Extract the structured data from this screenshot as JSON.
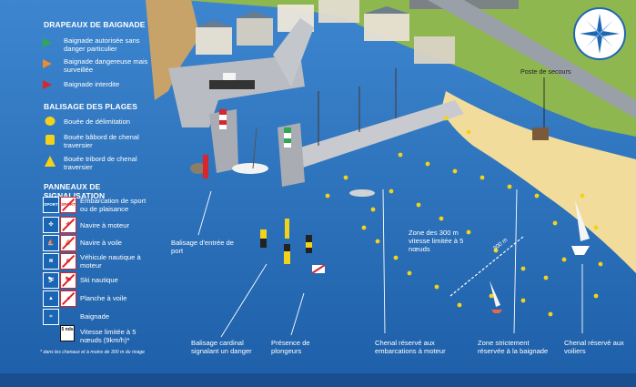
{
  "legend": {
    "flags_title": "DRAPEAUX DE BAIGNADE",
    "flags": [
      {
        "text": "Baignade autorisée sans danger particulier",
        "color": "#2fa84f"
      },
      {
        "text": "Baignade dangereuse mais surveillée",
        "color": "#f08a2c"
      },
      {
        "text": "Baignade interdite",
        "color": "#d8262c"
      }
    ],
    "buoys_title": "BALISAGE DES PLAGES",
    "buoys": [
      {
        "text": "Bouée de délimitation",
        "color": "#f3d21a"
      },
      {
        "text": "Bouée bâbord de chenal traversier",
        "color": "#f3d21a"
      },
      {
        "text": "Bouée tribord de chenal traversier",
        "color": "#f3d21a"
      }
    ],
    "signs_title": "PANNEAUX DE SIGNALISATION",
    "signs": [
      {
        "text": "Embarcation de sport ou de plaisance",
        "icon": "sport-boat-icon",
        "glyph": "SPORT"
      },
      {
        "text": "Navire à moteur",
        "icon": "propeller-icon",
        "glyph": "✣"
      },
      {
        "text": "Navire à voile",
        "icon": "sailboat-icon",
        "glyph": "⛵"
      },
      {
        "text": "Véhicule nautique à moteur",
        "icon": "jetski-icon",
        "glyph": "≋"
      },
      {
        "text": "Ski nautique",
        "icon": "waterski-icon",
        "glyph": "⛷"
      },
      {
        "text": "Planche à voile",
        "icon": "windsurf-icon",
        "glyph": "▲"
      },
      {
        "text": "Baignade",
        "icon": "swimming-icon",
        "glyph": "≈"
      },
      {
        "text": "Vitesse limitée à 5 nœuds (9km/h)*",
        "icon": "speed-limit-icon",
        "glyph": "5 nds"
      }
    ],
    "footnote": "* dans les chenaux et à moins de 300 m du rivage"
  },
  "callouts": {
    "poste": "Poste de secours",
    "zone300": "Zone des 300 m vitesse limitée à 5 nœuds",
    "distance": "300 m",
    "balisage_port": "Balisage d'entrée de port",
    "cardinal": "Balisage cardinal signalant un danger",
    "plongeurs": "Présence de plongeurs",
    "chenal_moteur": "Chenal réservé aux embarcations à moteur",
    "zone_baignade": "Zone strictement réservée à la baignade",
    "chenal_voiliers": "Chenal réservé aux voiliers"
  },
  "colors": {
    "sea": "#1f66b3",
    "sea_light": "#4f95d6",
    "sand": "#f2dc9c",
    "grass": "#8fb74f",
    "quay": "#b9bcc2",
    "buoy": "#f3d21a"
  }
}
